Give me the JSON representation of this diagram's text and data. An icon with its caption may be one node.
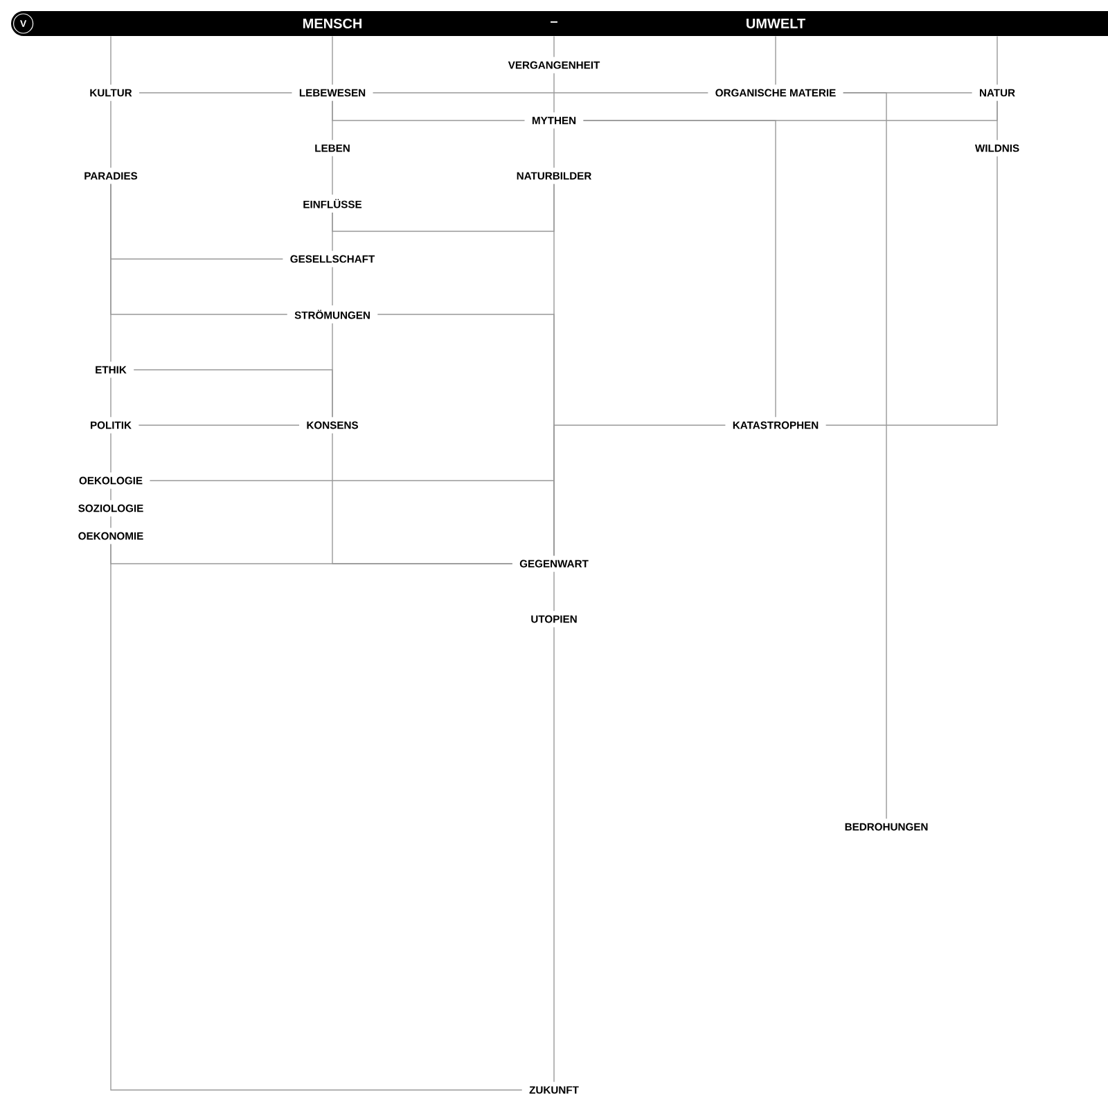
{
  "diagram": {
    "nodes": [
      {
        "text": [
          "MENSCH",
          "–",
          "UMWELT"
        ]
      },
      {
        "text": [
          "V"
        ],
        "in": 0
      },
      {
        "text": [
          "VERGANGENHEIT"
        ]
      },
      {
        "text": [
          "KULTUR"
        ]
      },
      {
        "text": [
          "LEBEWESEN"
        ]
      },
      {
        "text": [
          "ORGANISCHE MATERIE"
        ]
      },
      {
        "text": [
          "NATUR"
        ]
      },
      {
        "text": [
          "MYTHEN"
        ]
      },
      {
        "text": [
          "LEBEN"
        ]
      },
      {
        "text": [
          "WILDNIS"
        ]
      },
      {
        "text": [
          "PARADIES"
        ]
      },
      {
        "text": [
          "NATURBILDER"
        ]
      },
      {
        "text": [
          "EINFLÜSSE"
        ]
      },
      {
        "text": [
          "GESELLSCHAFT"
        ]
      },
      {
        "text": [
          "STRÖMUNGEN"
        ]
      },
      {
        "text": [
          "ETHIK"
        ]
      },
      {
        "text": [
          "POLITIK"
        ]
      },
      {
        "text": [
          "KONSENS"
        ]
      },
      {
        "text": [
          "KATASTROPHEN"
        ]
      },
      {
        "text": [
          "OEKOLOGIE"
        ]
      },
      {
        "text": [
          "SOZIOLOGIE"
        ]
      },
      {
        "text": [
          "OEKONOMIE"
        ]
      },
      {
        "text": [
          "GEGENWART"
        ]
      },
      {
        "text": [
          "UTOPIEN"
        ]
      },
      {
        "text": [
          "BEDROHUNGEN"
        ]
      },
      {
        "text": [
          "ZUKUNFT"
        ]
      }
    ],
    "edges": [
      {
        "from": 0,
        "to": 3,
        "arrow": "none"
      },
      {
        "from": 0,
        "to": 4,
        "arrow": "none"
      },
      {
        "from": 0,
        "to": 2,
        "arrow": "none"
      },
      {
        "from": 0,
        "to": 5,
        "arrow": "none"
      },
      {
        "from": 0,
        "to": 6,
        "arrow": "none"
      },
      {
        "from": 3,
        "to": 4,
        "arrow": "none"
      },
      {
        "from": 4,
        "to": 5,
        "arrow": "none"
      },
      {
        "from": 5,
        "to": 6,
        "arrow": "none"
      },
      {
        "from": 2,
        "to": 7,
        "arrow": "none"
      },
      {
        "from": 4,
        "to": 8,
        "arrow": "none"
      },
      {
        "from": 4,
        "to": 7,
        "arrow": "none"
      },
      {
        "from": 7,
        "to": 6,
        "arrow": "none"
      },
      {
        "from": 6,
        "to": 9,
        "arrow": "none"
      },
      {
        "from": 7,
        "to": 18,
        "arrow": "none"
      },
      {
        "from": 5,
        "to": 24,
        "arrow": "none"
      },
      {
        "from": 7,
        "to": 11,
        "arrow": "none"
      },
      {
        "from": 3,
        "to": 10,
        "arrow": "none"
      },
      {
        "from": 8,
        "to": 12,
        "arrow": "none"
      },
      {
        "from": 12,
        "to": 11,
        "arrow": "none"
      },
      {
        "from": 12,
        "to": 13,
        "arrow": "none"
      },
      {
        "from": 10,
        "to": 13,
        "arrow": "none"
      },
      {
        "from": 13,
        "to": 14,
        "arrow": "none"
      },
      {
        "from": 10,
        "to": 14,
        "arrow": "none"
      },
      {
        "from": 14,
        "to": 22,
        "arrow": "none"
      },
      {
        "from": 15,
        "to": 17,
        "arrow": "none"
      },
      {
        "from": 14,
        "to": 17,
        "arrow": "none"
      },
      {
        "from": 10,
        "to": 15,
        "arrow": "none"
      },
      {
        "from": 15,
        "to": 16,
        "arrow": "none"
      },
      {
        "from": 16,
        "to": 17,
        "arrow": "none"
      },
      {
        "from": 17,
        "to": 22,
        "arrow": "none"
      },
      {
        "from": 11,
        "to": 22,
        "arrow": "none"
      },
      {
        "from": 18,
        "to": 22,
        "arrow": "none"
      },
      {
        "from": 9,
        "to": 18,
        "arrow": "none"
      },
      {
        "from": 16,
        "to": 19,
        "arrow": "none"
      },
      {
        "from": 19,
        "to": 22,
        "arrow": "none"
      },
      {
        "from": 19,
        "to": 20,
        "arrow": "none"
      },
      {
        "from": 20,
        "to": 21,
        "arrow": "none"
      },
      {
        "from": 21,
        "to": 22,
        "arrow": "none"
      },
      {
        "from": 22,
        "to": 23,
        "arrow": "none"
      },
      {
        "from": 23,
        "to": 25,
        "arrow": "none"
      },
      {
        "from": 21,
        "to": 25,
        "arrow": "none"
      }
    ]
  }
}
